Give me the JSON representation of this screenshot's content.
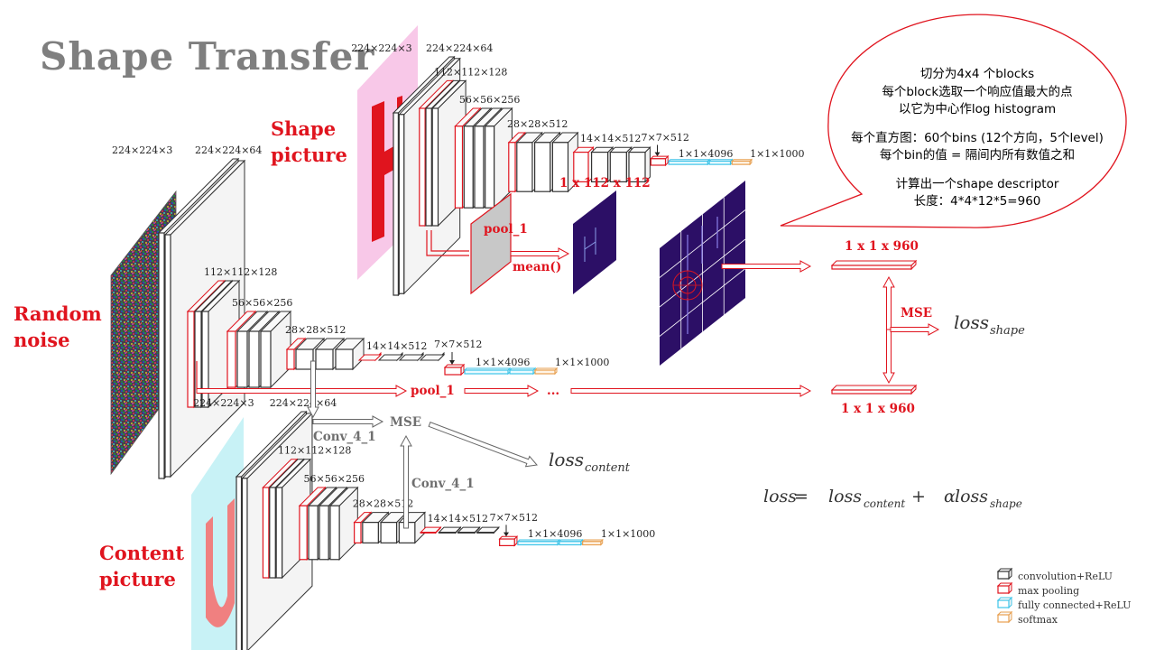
{
  "title": "Shape Transfer",
  "labels": {
    "shape_picture": [
      "Shape",
      "picture"
    ],
    "random_noise": [
      "Random",
      "noise"
    ],
    "content_picture": [
      "Content",
      "picture"
    ]
  },
  "dims": {
    "input": "224×224×3",
    "conv1": "224×224×64",
    "conv2": "112×112×128",
    "conv3": "56×56×256",
    "conv4": "28×28×512",
    "conv5": "14×14×512",
    "pool5": "7×7×512",
    "fc1": "1×1×4096",
    "fc2": "1×1×1000"
  },
  "annotations": {
    "pool_1": "pool_1",
    "mean": "mean()",
    "size_112": "1 x 112 x 112",
    "vec_top": "1 x 1 x 960",
    "vec_bottom": "1 x 1 x 960",
    "mse_right": "MSE",
    "mse_mid": "MSE",
    "conv41_a": "Conv_4_1",
    "conv41_b": "Conv_4_1",
    "pool_1_noise": "pool_1",
    "ellipsis": "..."
  },
  "losses": {
    "loss": "loss",
    "loss_sub_shape": "shape",
    "loss_sub_content": "content",
    "formula_lhs": "loss",
    "formula_eq": " = ",
    "formula_plus": " + ",
    "formula_alpha": "α"
  },
  "callout_lines": [
    "切分为4x4 个blocks",
    "每个block选取一个响应值最大的点",
    "以它为中心作log histogram",
    "",
    "每个直方图：60个bins (12个方向，5个level)",
    "每个bin的值 = 隔间内所有数值之和",
    "",
    "计算出一个shape descriptor",
    "长度：4*4*12*5=960"
  ],
  "legend": [
    {
      "label": "convolution+ReLU",
      "color": "#333333"
    },
    {
      "label": "max pooling",
      "color": "#e0141e"
    },
    {
      "label": "fully connected+ReLU",
      "color": "#3ec4e8"
    },
    {
      "label": "softmax",
      "color": "#e8a050"
    }
  ]
}
